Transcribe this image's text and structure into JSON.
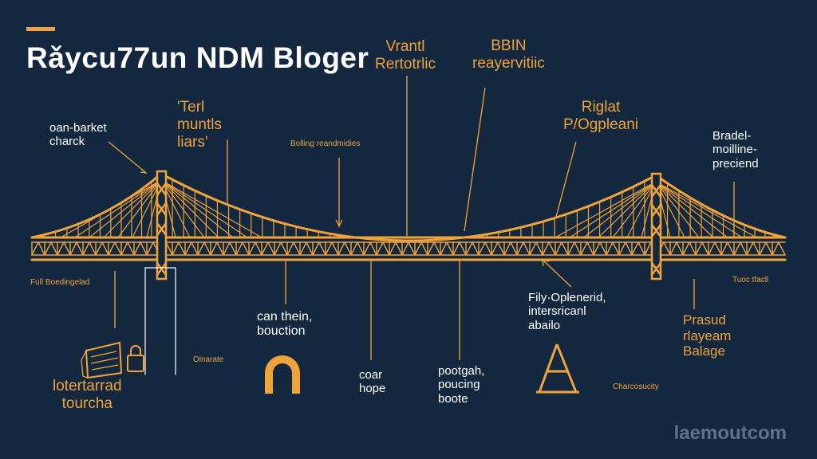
{
  "title": "Rǎycu77un NDM Bloger",
  "watermark": "laemoutcom",
  "labels": {
    "vrantl": "Vrantl\nRertotrlic",
    "bbin": "BBIN\nreayervitiic",
    "terl": "'Terl\nmuntls\nliars'",
    "oan_barket": "oan-barket\ncharck",
    "bolling": "Bolling reandmidies",
    "riglat": "Riglat\nP/Ogpleani",
    "bradel": "Bradel-\nmoilline-\npreciend",
    "full_boedinglad": "Full Boedingelad",
    "tuoc_tfacll": "Tuoc tfacll",
    "can_thein": "can thein,\nbouction",
    "fily": "Fily·Oplenerid,\nintersricanl\nabailo",
    "prasud": "Prasud\nrlayeam\nBalage",
    "oinarate": "Oinarate",
    "coar_hope": "coar\nhope",
    "pootgah": "pootgah,\npoucing\nboote",
    "lotertarrad": "lotertarrad\ntourcha",
    "charcosucity": "Charcosucity"
  },
  "colors": {
    "background": "#13283f",
    "accent": "#f0a33a",
    "text": "#ffffff"
  },
  "icons": [
    "document-lock-icon",
    "arch-icon",
    "a-frame-icon"
  ]
}
